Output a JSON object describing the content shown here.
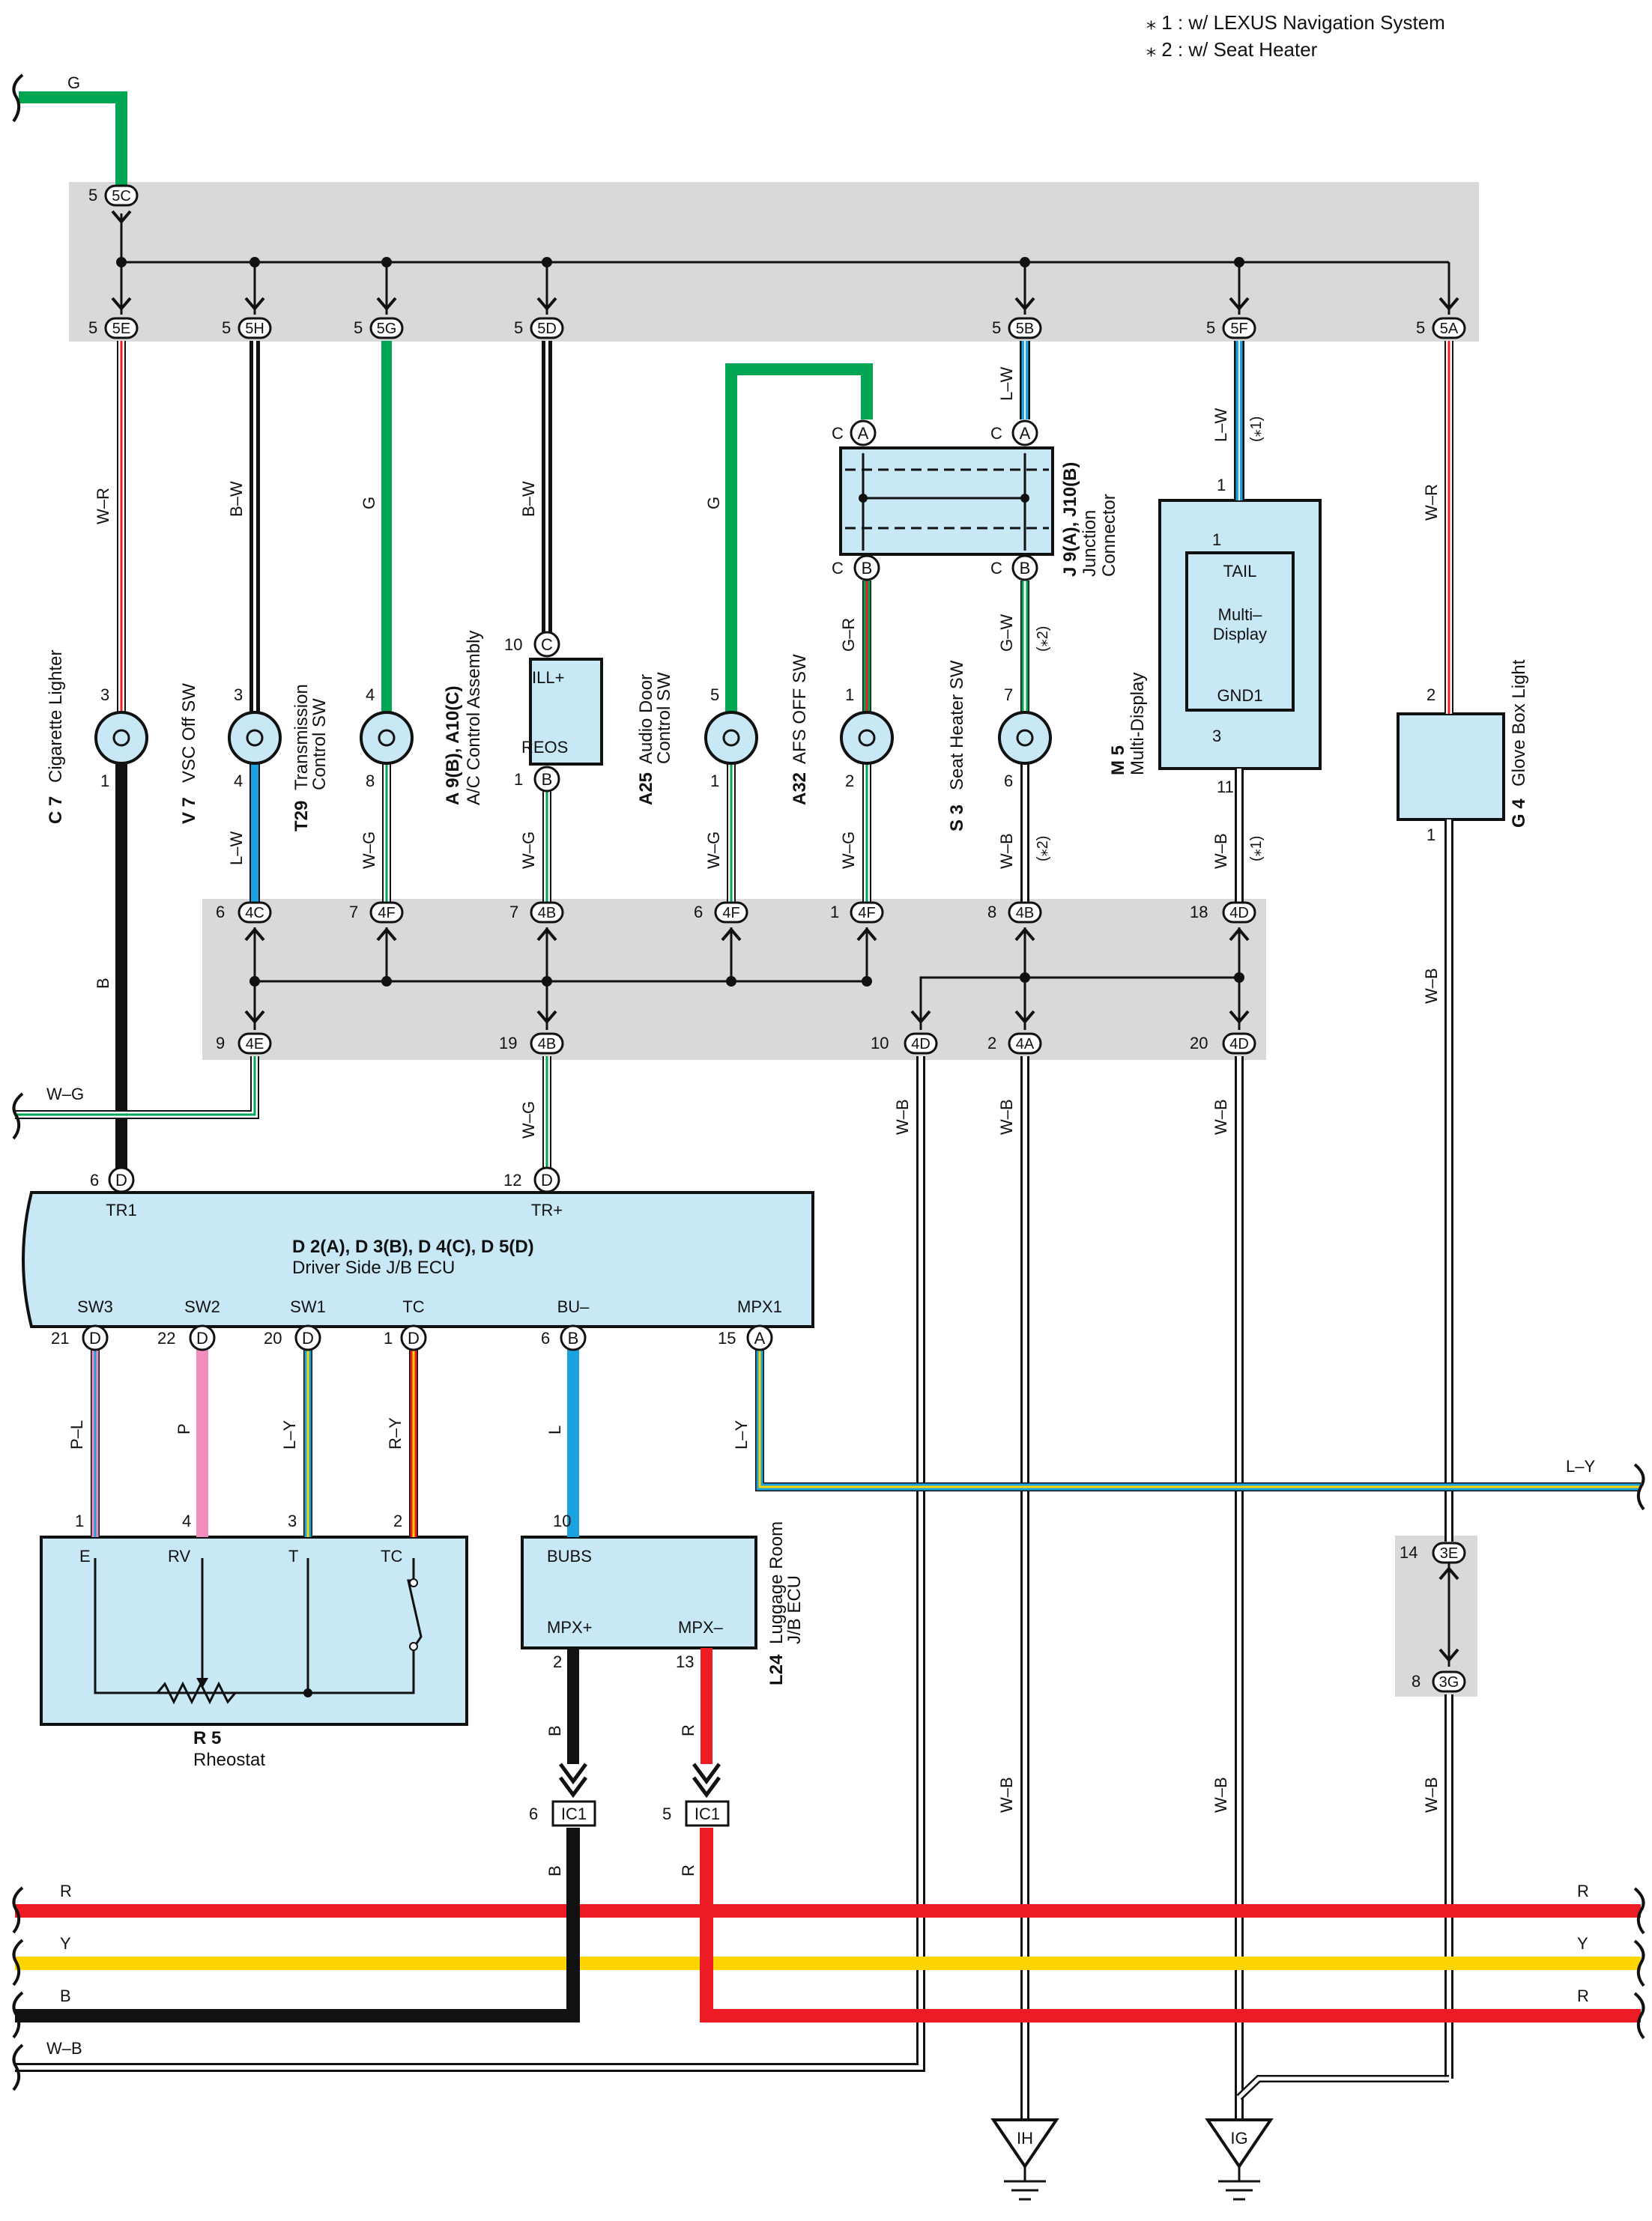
{
  "notes": [
    "⁎ 1 : w/ LEXUS Navigation System",
    "⁎ 2 : w/ Seat Heater"
  ],
  "junction_blocks": {
    "top": {
      "c5C": "5C",
      "c5E": "5E",
      "c5H": "5H",
      "c5G": "5G",
      "c5D": "5D",
      "c5B": "5B",
      "c5F": "5F",
      "c5A": "5A",
      "pin": "5"
    },
    "mid": {
      "c4C": "4C",
      "c4F": "4F",
      "c4B": "4B",
      "c4D": "4D",
      "c4E": "4E",
      "c4A": "4A"
    },
    "lower": {
      "c3E": "3E",
      "c3G": "3G",
      "pin14": "14",
      "pin8": "8"
    }
  },
  "components": {
    "c7": {
      "code": "C 7",
      "name": "Cigarette Lighter",
      "pin_in": "3",
      "pin_out": "1"
    },
    "v7": {
      "code": "V 7",
      "name": "VSC Off SW",
      "pin_in": "3",
      "pin_out": "4"
    },
    "t29": {
      "code": "T29",
      "name": "Transmission Control SW",
      "pin_in": "4",
      "pin_out": "8"
    },
    "a9": {
      "code": "A 9(B), A10(C)",
      "name": "A/C Control Assembly",
      "terminal_top": "ILL+",
      "terminal_bottom": "REOS",
      "pin_in": "10",
      "pin_out": "1",
      "conn_in": "C",
      "conn_out": "B"
    },
    "a25": {
      "code": "A25",
      "name": "Audio Door Control SW",
      "pin_in": "5",
      "pin_out": "1"
    },
    "a32": {
      "code": "A32",
      "name": "AFS OFF SW",
      "pin_in": "1",
      "pin_out": "2"
    },
    "s3": {
      "code": "S 3",
      "name": "Seat Heater SW",
      "pin_in": "7",
      "pin_out": "6"
    },
    "j9": {
      "code": "J 9(A), J10(B)",
      "name": "Junction Connector",
      "c": "C",
      "a": "A",
      "b": "B"
    },
    "m5": {
      "code": "M 5",
      "name": "Multi-Display",
      "t_tail": "TAIL",
      "t_mid": "Multi–Display",
      "t_gnd": "GND1",
      "pin1": "1",
      "pin3": "3",
      "pin11": "11"
    },
    "g4": {
      "code": "G 4",
      "name": "Glove Box Light",
      "pin_in": "2",
      "pin_out": "1"
    },
    "d2": {
      "code": "D 2(A), D 3(B), D 4(C), D 5(D)",
      "name": "Driver Side J/B ECU",
      "tr1": "TR1",
      "trplus": "TR+",
      "sw3": "SW3",
      "sw2": "SW2",
      "sw1": "SW1",
      "tc": "TC",
      "bu": "BU–",
      "mpx1": "MPX1"
    },
    "r5": {
      "code": "R 5",
      "name": "Rheostat",
      "e": "E",
      "rv": "RV",
      "t": "T",
      "tc": "TC"
    },
    "l24": {
      "code": "L24",
      "name": "Luggage Room J/B ECU",
      "bubs": "BUBS",
      "mpxp": "MPX+",
      "mpxm": "MPX–"
    }
  },
  "wires": {
    "G": "G",
    "WR": "W–R",
    "BW": "B–W",
    "LW": "L–W",
    "WG": "W–G",
    "GR": "G–R",
    "GW": "G–W",
    "WB": "W–B",
    "B": "B",
    "PL": "P–L",
    "P": "P",
    "LY": "L–Y",
    "RY": "R–Y",
    "L": "L",
    "R": "R",
    "Y": "Y",
    "star1": "(⁎1)",
    "star2": "(⁎2)"
  },
  "connectors": {
    "ic1": "IC1",
    "pin6": "6",
    "pin5": "5",
    "pin2": "2",
    "pin13": "13",
    "pin10": "10"
  },
  "grounds": {
    "ih": "IH",
    "ig": "IG"
  },
  "pins": {
    "p3": "3",
    "p1": "1",
    "p4": "4",
    "p8": "8",
    "p5": "5",
    "p2": "2",
    "p6": "6",
    "p7": "7",
    "p18": "18",
    "p9": "9",
    "p19": "19",
    "p10": "10",
    "p20": "20",
    "p12": "12",
    "p21": "21",
    "p22": "22",
    "p15": "15",
    "p11": "11"
  },
  "colors": {
    "green": "#00a651",
    "black": "#111111",
    "red": "#ed1c24",
    "blue": "#1aa3e0",
    "yellow": "#ffd500",
    "pink": "#f08ec0",
    "white_wire": "#ffffff",
    "block_gray": "#d9d9db",
    "component_fill": "#c9e8f6"
  }
}
